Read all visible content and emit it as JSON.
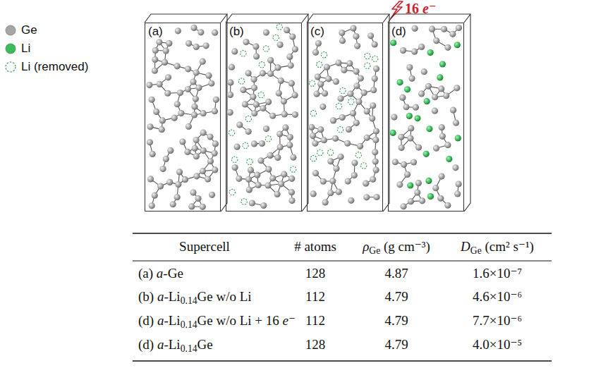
{
  "diagram": {
    "nodes": [
      {
        "text": [
          "(a)"
        ]
      },
      {
        "text": [
          "(b)"
        ]
      },
      {
        "text": [
          "(c)"
        ]
      },
      {
        "text": [
          "(d)"
        ]
      }
    ],
    "labels": [
      "16",
      "e⁻",
      "Supercell",
      "# atoms",
      "ρ",
      "Ge",
      "(g cm⁻³)",
      "D",
      "Ge",
      "(cm² s⁻¹)",
      "(a)",
      "a",
      "-Ge",
      "128",
      "4.87",
      "1.6×10⁻⁷",
      "(b)",
      "a",
      "-Li",
      "0.14",
      "Ge w/o Li",
      "112",
      "4.79",
      "4.6×10⁻⁶",
      "(d)",
      "a",
      "-Li",
      "0.14",
      "Ge w/o Li + 16",
      "e⁻",
      "112",
      "4.79",
      "7.7×10⁻⁶",
      "(d)",
      "a",
      "-Li",
      "0.14",
      "Ge",
      "128",
      "4.79",
      "4.0×10⁻⁵"
    ],
    "legend": [
      {
        "text": "Ge",
        "color": "#a6a6a6"
      },
      {
        "text": "Li",
        "color": "#3dbb5c"
      },
      {
        "text": "Li (removed)"
      }
    ]
  }
}
